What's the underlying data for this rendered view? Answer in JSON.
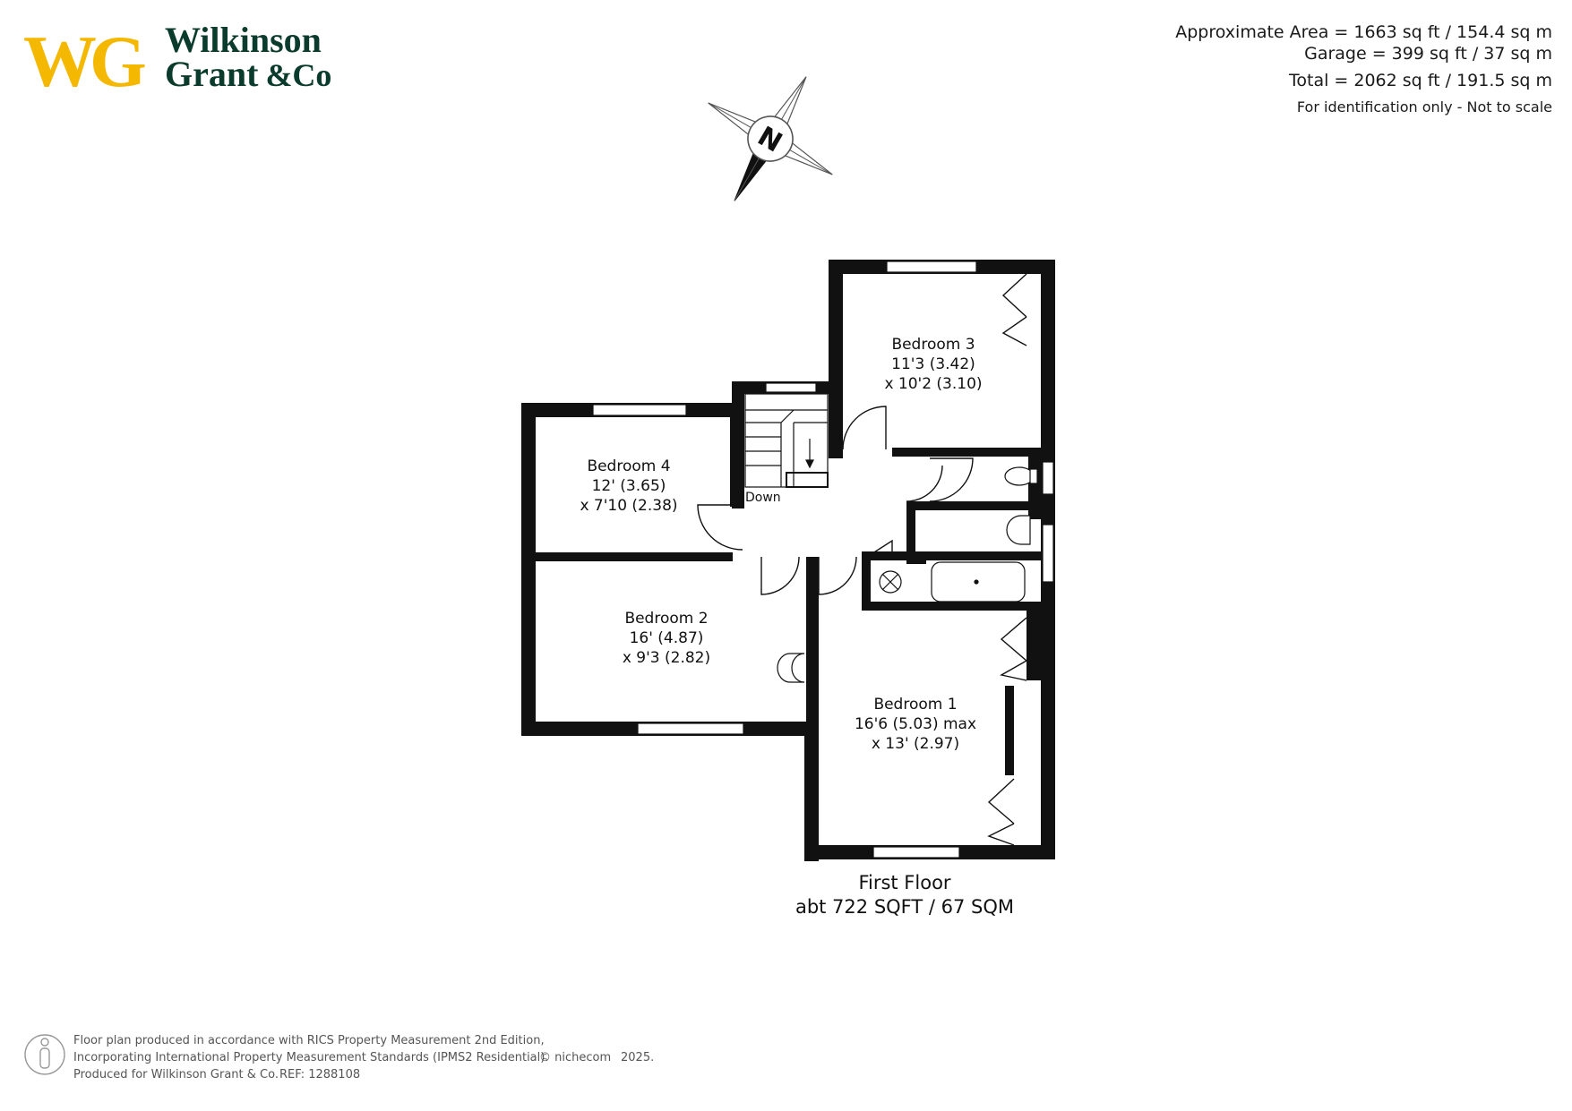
{
  "brand": {
    "monogram": "WG",
    "name_line1": "Wilkinson",
    "name_line2": "Grant",
    "name_line2_suffix": "&Co",
    "colors": {
      "gold": "#F5B800",
      "green": "#0B3B2C"
    }
  },
  "areas": {
    "approximate": "Approximate Area = 1663 sq ft / 154.4 sq m",
    "garage": "Garage = 399 sq ft / 37 sq m",
    "total": "Total = 2062 sq ft / 191.5 sq m",
    "disclaimer": "For identification only - Not to scale"
  },
  "compass": {
    "label": "N",
    "icon": "compass-rose-icon"
  },
  "rooms": {
    "bedroom3": {
      "name": "Bedroom 3",
      "dim1": "11'3 (3.42)",
      "dim2": "x 10'2 (3.10)"
    },
    "bedroom4": {
      "name": "Bedroom 4",
      "dim1": "12' (3.65)",
      "dim2": "x 7'10 (2.38)"
    },
    "bedroom2": {
      "name": "Bedroom 2",
      "dim1": "16' (4.87)",
      "dim2": "x 9'3 (2.82)"
    },
    "bedroom1": {
      "name": "Bedroom 1",
      "dim1": "16'6 (5.03) max",
      "dim2": "x 13' (2.97)"
    },
    "stairs": {
      "label": "Down"
    }
  },
  "floor": {
    "name": "First Floor",
    "area": "abt 722 SQFT / 67 SQM"
  },
  "footer": {
    "line1": "Floor plan produced in accordance with RICS Property Measurement 2nd Edition,",
    "line2": "Incorporating International Property Measurement Standards (IPMS2 Residential).",
    "copyright": "© nichecom",
    "year": "2025.",
    "line3": "Produced for Wilkinson Grant & Co.",
    "ref": "REF:  1288108",
    "icon": "person-icon"
  }
}
